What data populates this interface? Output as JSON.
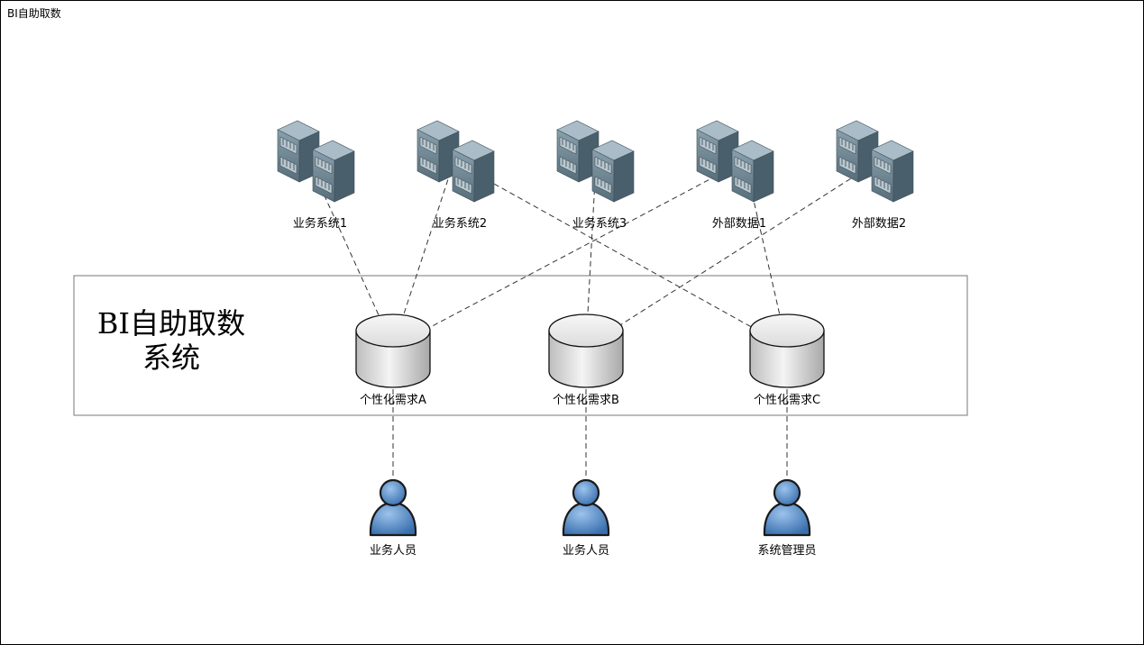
{
  "page_title": "BI自助取数",
  "system_name": "BI自助取数系统",
  "servers": [
    {
      "label": "业务系统1",
      "icon": "server-rack-icon"
    },
    {
      "label": "业务系统2",
      "icon": "server-rack-icon"
    },
    {
      "label": "业务系统3",
      "icon": "server-rack-icon"
    },
    {
      "label": "外部数据1",
      "icon": "server-rack-icon"
    },
    {
      "label": "外部数据2",
      "icon": "server-rack-icon"
    }
  ],
  "requirements": [
    {
      "label": "个性化需求A",
      "icon": "database-cylinder-icon"
    },
    {
      "label": "个性化需求B",
      "icon": "database-cylinder-icon"
    },
    {
      "label": "个性化需求C",
      "icon": "database-cylinder-icon"
    }
  ],
  "users": [
    {
      "label": "业务人员",
      "icon": "user-icon"
    },
    {
      "label": "业务人员",
      "icon": "user-icon"
    },
    {
      "label": "系统管理员",
      "icon": "user-icon"
    }
  ],
  "colors": {
    "line": "#333333",
    "box_border": "#777777",
    "server_front": "#6f8796",
    "server_top": "#a9bcc7",
    "server_side": "#4a5f6c",
    "db_fill": "#e6e6e6",
    "user_fill": "#5b8fc9"
  }
}
